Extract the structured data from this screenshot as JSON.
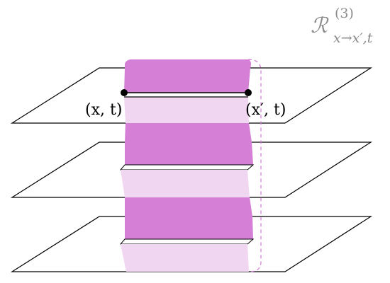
{
  "title": {
    "main": "ℛ",
    "superscript": "(3)",
    "subscript": "x→x′,t"
  },
  "points": {
    "left_label": "(x, t)",
    "right_label": "(x′, t)"
  },
  "colors": {
    "band_dark": "#d57fd7",
    "band_light": "#f1d6f2",
    "outline_dashed": "#d27ad4",
    "plane_stroke": "#000000",
    "label_gray": "#8c8c8c"
  }
}
